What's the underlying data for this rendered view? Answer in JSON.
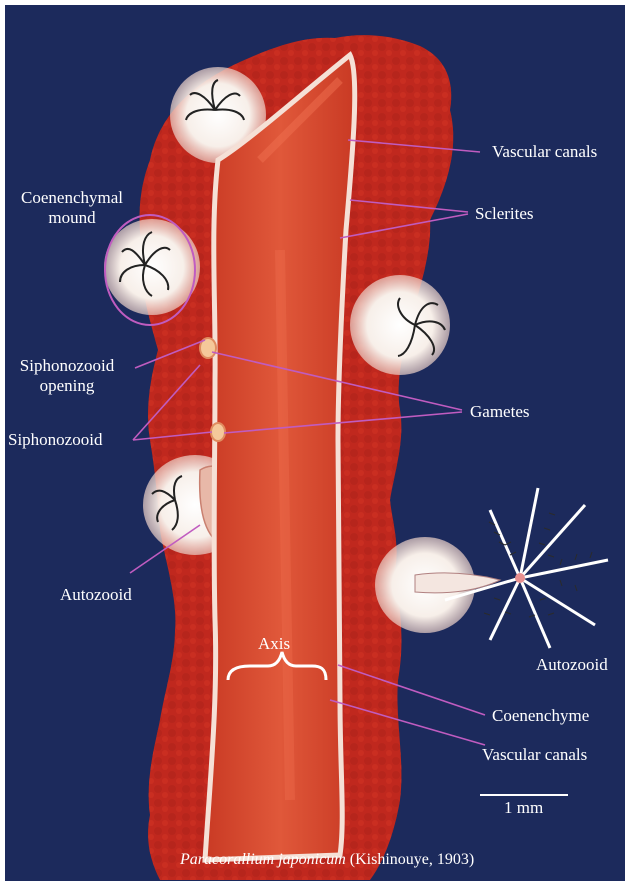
{
  "labels": {
    "vascular_canals_top": "Vascular canals",
    "sclerites": "Sclerites",
    "coenenchymal_mound_line1": "Coenenchymal",
    "coenenchymal_mound_line2": "mound",
    "siphonozooid_opening_line1": "Siphonozooid",
    "siphonozooid_opening_line2": "opening",
    "gametes": "Gametes",
    "siphonozooid": "Siphonozooid",
    "autozooid_left": "Autozooid",
    "axis": "Axis",
    "autozooid_right": "Autozooid",
    "coenenchyme": "Coenenchyme",
    "vascular_canals_bottom": "Vascular canals"
  },
  "scale_bar": {
    "label": "1 mm"
  },
  "caption": {
    "species": "Paracorallium japonicum",
    "authority": "(Kishinouye, 1903)"
  },
  "colors": {
    "background": "#1c2a5c",
    "coenenchyme": "#c0281e",
    "axis": "#d64a30",
    "polyp": "#f7f0ec",
    "leader_line": "#c05cc0",
    "text": "#ffffff"
  }
}
